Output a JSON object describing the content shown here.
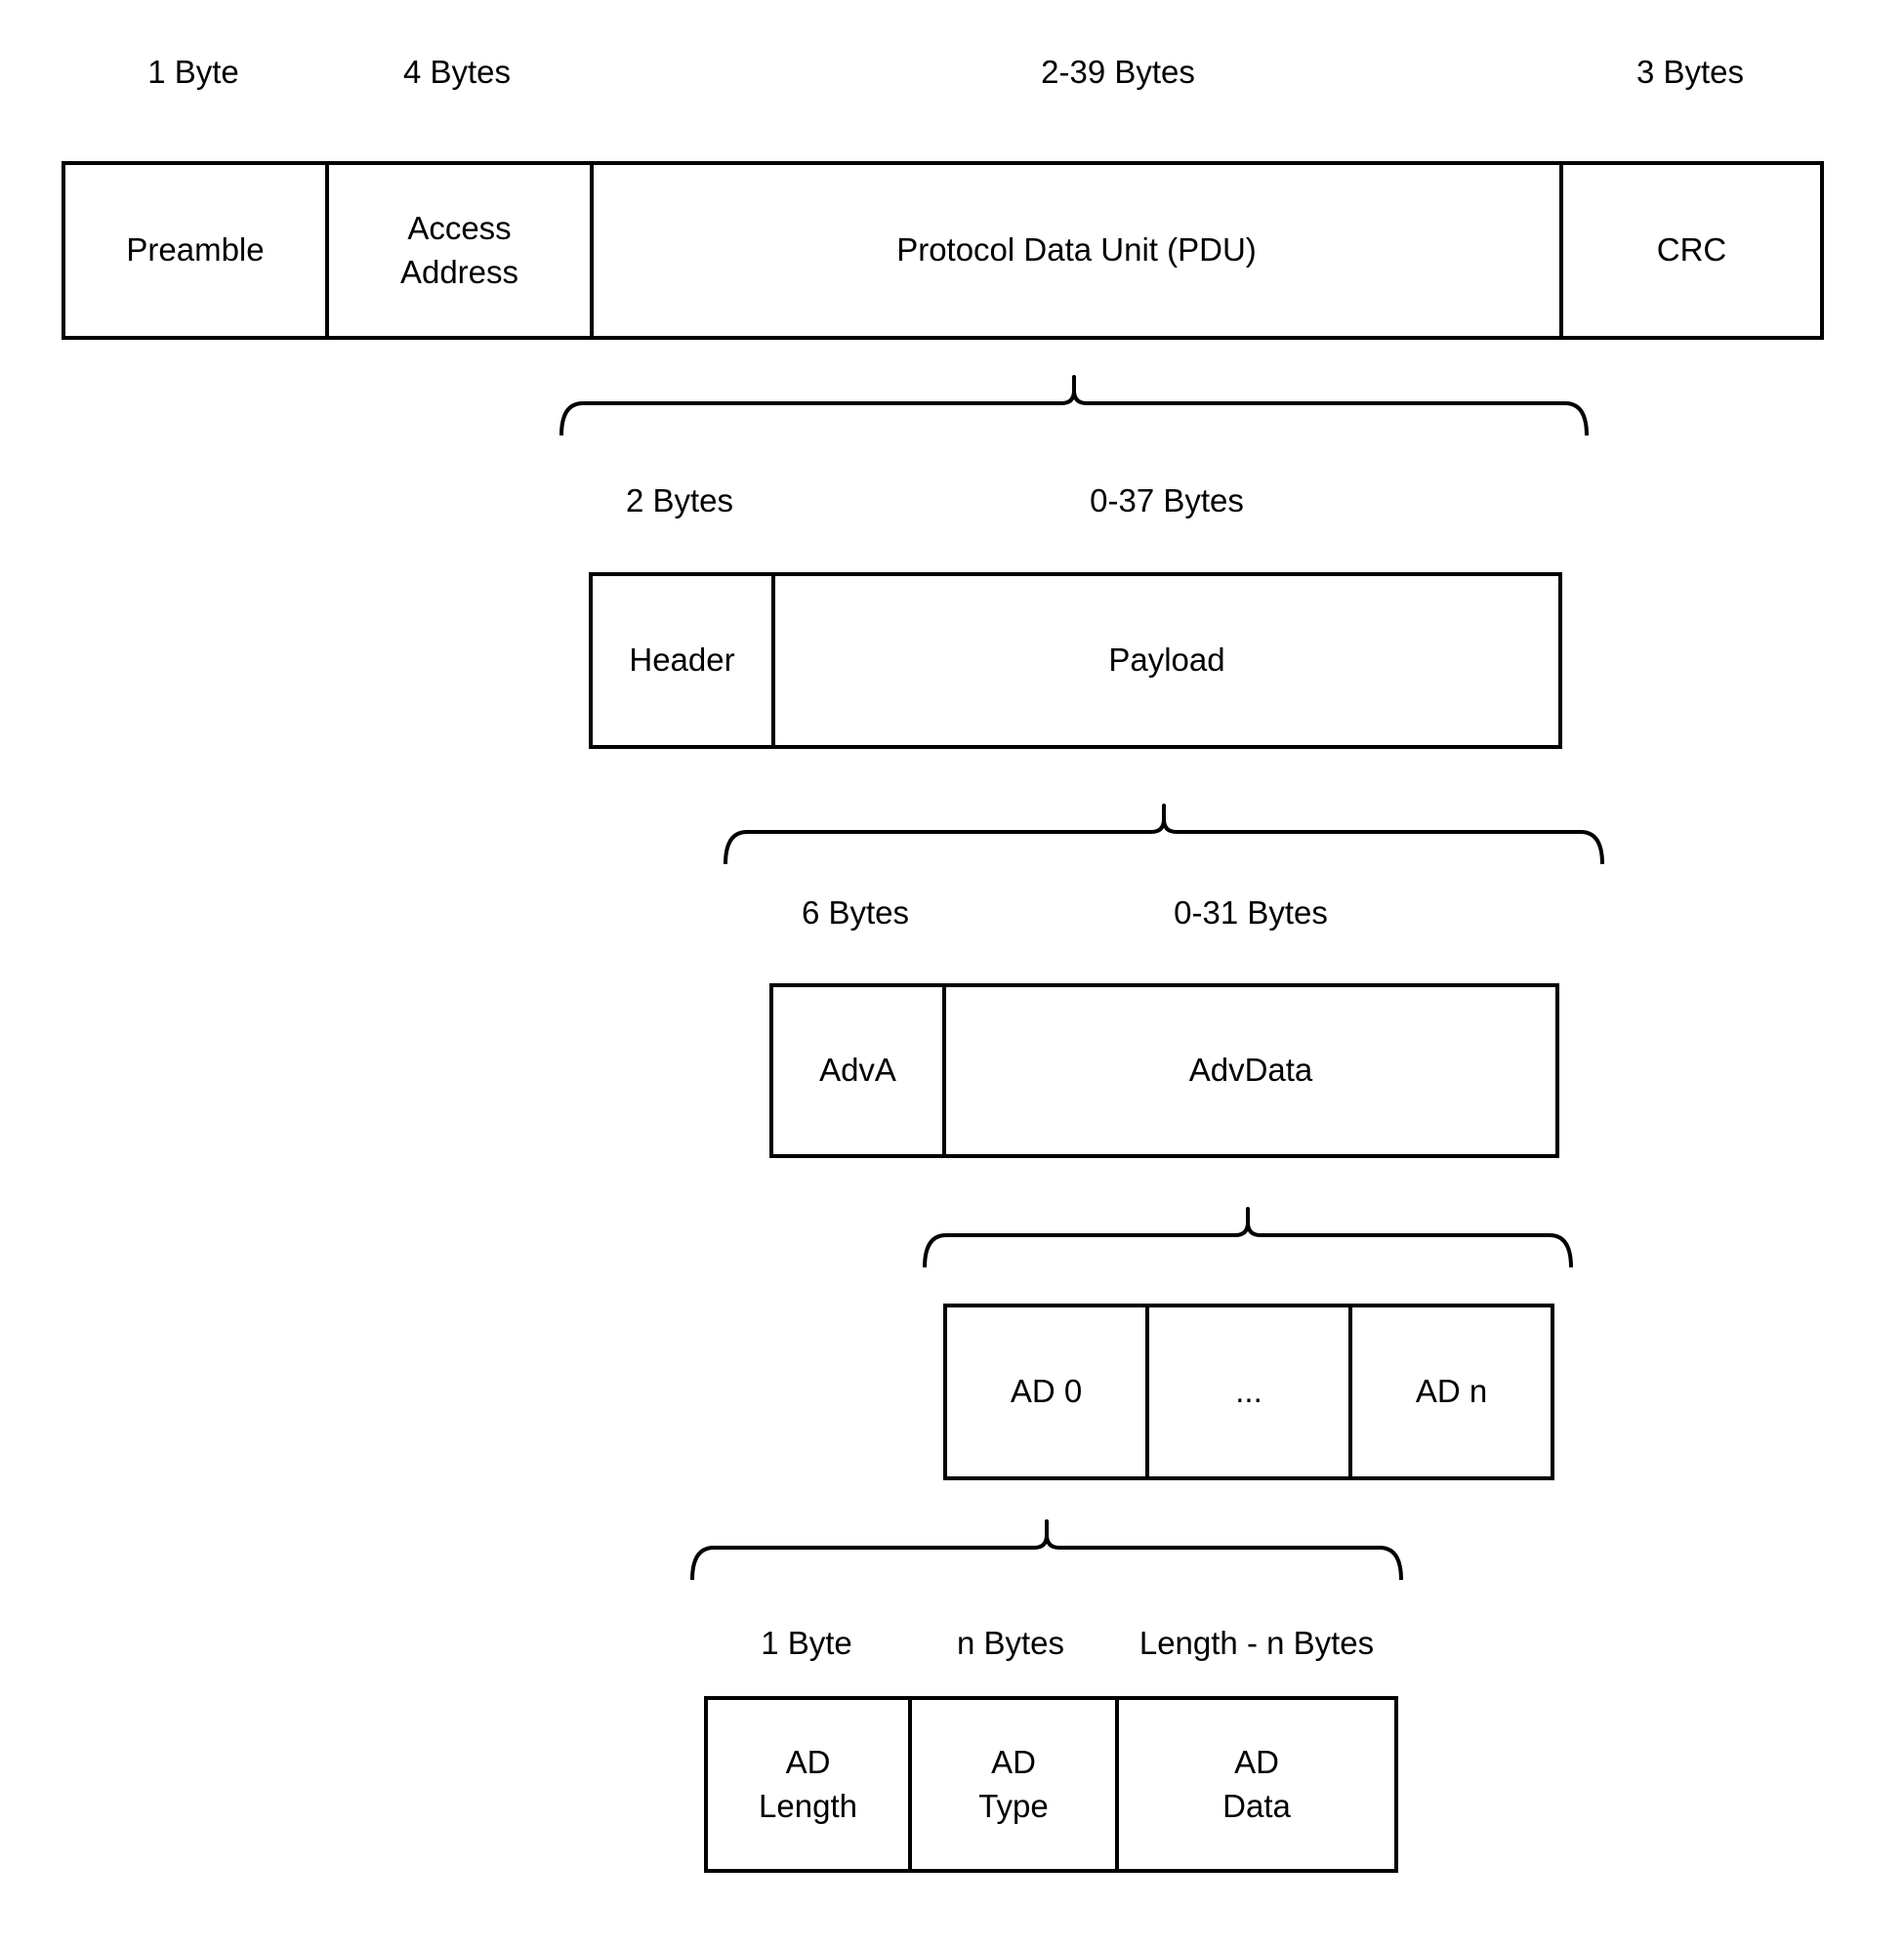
{
  "packet": {
    "byte_labels": [
      "1 Byte",
      "4 Bytes",
      "2-39 Bytes",
      "3 Bytes"
    ],
    "cells": [
      "Preamble",
      "Access\nAddress",
      "Protocol Data Unit (PDU)",
      "CRC"
    ]
  },
  "pdu": {
    "byte_labels": [
      "2 Bytes",
      "0-37 Bytes"
    ],
    "cells": [
      "Header",
      "Payload"
    ]
  },
  "payload": {
    "byte_labels": [
      "6 Bytes",
      "0-31 Bytes"
    ],
    "cells": [
      "AdvA",
      "AdvData"
    ]
  },
  "advdata": {
    "cells": [
      "AD 0",
      "...",
      "AD n"
    ]
  },
  "ad_structure": {
    "byte_labels": [
      "1 Byte",
      "n Bytes",
      "Length - n Bytes"
    ],
    "cells": [
      "AD\nLength",
      "AD\nType",
      "AD\nData"
    ]
  },
  "colors": {
    "stroke": "#000000",
    "background": "#ffffff"
  }
}
